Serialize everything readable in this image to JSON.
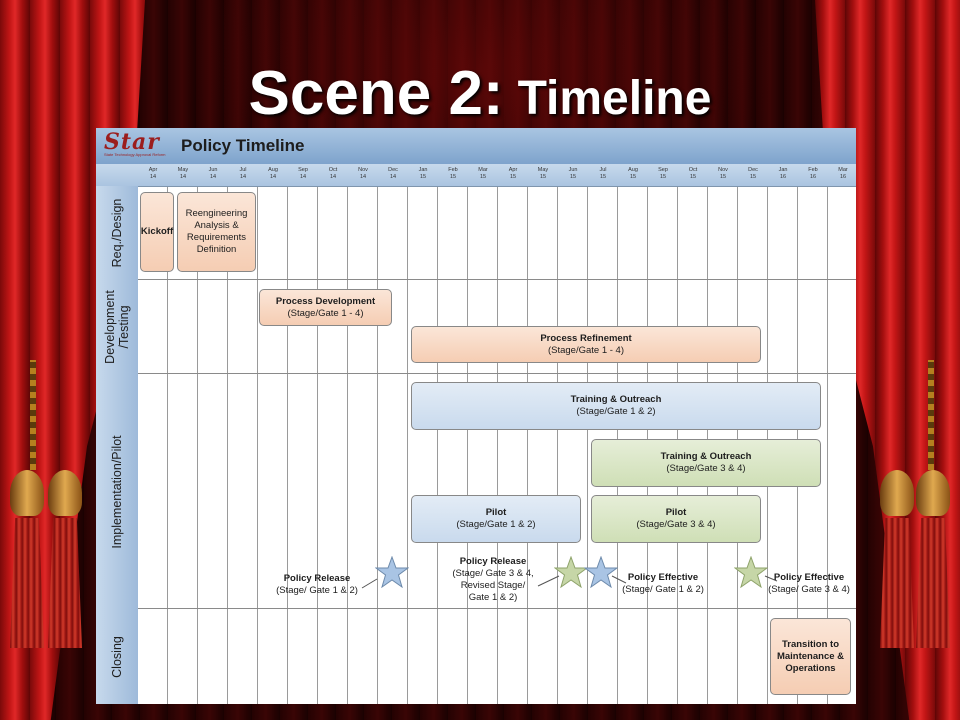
{
  "slide": {
    "title_main": "Scene 2:",
    "title_sub": "Timeline"
  },
  "chart": {
    "logo_text": "Star",
    "logo_subtitle": "State Technology Approval Reform",
    "title": "Policy Timeline",
    "months": [
      [
        "Apr",
        "14"
      ],
      [
        "May",
        "14"
      ],
      [
        "Jun",
        "14"
      ],
      [
        "Jul",
        "14"
      ],
      [
        "Aug",
        "14"
      ],
      [
        "Sep",
        "14"
      ],
      [
        "Oct",
        "14"
      ],
      [
        "Nov",
        "14"
      ],
      [
        "Dec",
        "14"
      ],
      [
        "Jan",
        "15"
      ],
      [
        "Feb",
        "15"
      ],
      [
        "Mar",
        "15"
      ],
      [
        "Apr",
        "15"
      ],
      [
        "May",
        "15"
      ],
      [
        "Jun",
        "15"
      ],
      [
        "Jul",
        "15"
      ],
      [
        "Aug",
        "15"
      ],
      [
        "Sep",
        "15"
      ],
      [
        "Oct",
        "15"
      ],
      [
        "Nov",
        "15"
      ],
      [
        "Dec",
        "15"
      ],
      [
        "Jan",
        "16"
      ],
      [
        "Feb",
        "16"
      ],
      [
        "Mar",
        "16"
      ]
    ],
    "bands": [
      {
        "label": "Req./Design"
      },
      {
        "label": "Development\n/Testing"
      },
      {
        "label": "Implementation/Pilot"
      },
      {
        "label": "Closing"
      }
    ],
    "tasks": {
      "kickoff": {
        "title": "Kickoff"
      },
      "reengineering": {
        "lines": [
          "Reengineering",
          "Analysis &",
          "Requirements",
          "Definition"
        ]
      },
      "process_development": {
        "title": "Process Development",
        "sub": "(Stage/Gate 1 - 4)"
      },
      "process_refinement": {
        "title": "Process Refinement",
        "sub": "(Stage/Gate 1 - 4)"
      },
      "training_1": {
        "title": "Training & Outreach",
        "sub": "(Stage/Gate 1 & 2)"
      },
      "training_2": {
        "title": "Training & Outreach",
        "sub": "(Stage/Gate 3 & 4)"
      },
      "pilot_1": {
        "title": "Pilot",
        "sub": "(Stage/Gate 1 & 2)"
      },
      "pilot_2": {
        "title": "Pilot",
        "sub": "(Stage/Gate 3 & 4)"
      },
      "transition": {
        "lines": [
          "Transition to",
          "Maintenance &",
          "Operations"
        ]
      }
    },
    "milestones": {
      "release_1": {
        "title": "Policy Release",
        "sub": "(Stage/ Gate 1 & 2)"
      },
      "release_2": {
        "title": "Policy Release",
        "lines": [
          "(Stage/ Gate 3 & 4,",
          "Revised Stage/",
          "Gate 1 & 2)"
        ]
      },
      "effective_1": {
        "title": "Policy Effective",
        "sub": "(Stage/ Gate 1 & 2)"
      },
      "effective_2": {
        "title": "Policy Effective",
        "sub": "(Stage/ Gate 3 & 4)"
      }
    },
    "colors": {
      "star_blue": "#a9c4e4",
      "star_green": "#c6d6a7"
    }
  }
}
